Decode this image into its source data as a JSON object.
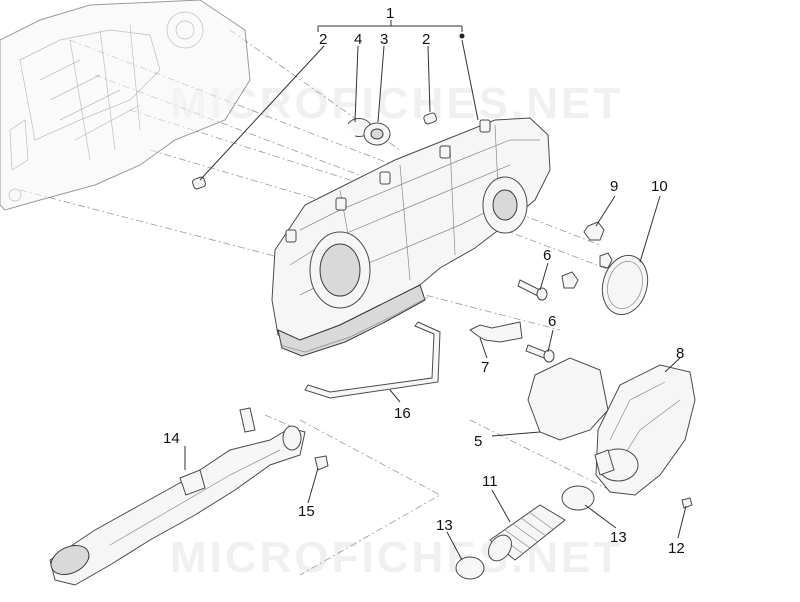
{
  "watermark": "MICROFICHES.NET",
  "callouts": {
    "c1": "1",
    "c2a": "2",
    "c2b": "2",
    "c3": "3",
    "c4": "4",
    "c5": "5",
    "c6a": "6",
    "c6b": "6",
    "c7": "7",
    "c8": "8",
    "c9": "9",
    "c10": "10",
    "c11": "11",
    "c12": "12",
    "c13a": "13",
    "c13b": "13",
    "c14": "14",
    "c15": "15",
    "c16": "16"
  }
}
